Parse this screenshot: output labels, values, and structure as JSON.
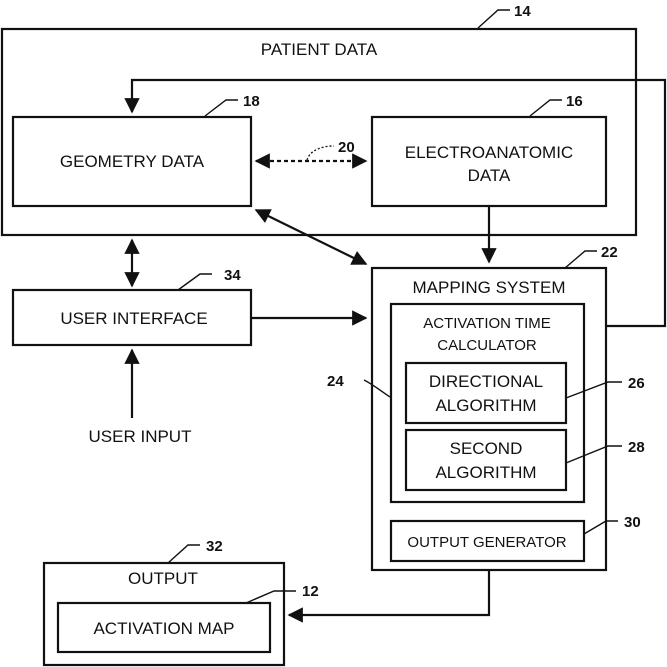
{
  "boxes": {
    "patient_data": "PATIENT DATA",
    "geometry_data": "GEOMETRY DATA",
    "electroanatomic_data_line1": "ELECTROANATOMIC",
    "electroanatomic_data_line2": "DATA",
    "mapping_system": "MAPPING SYSTEM",
    "activation_time_calculator_line1": "ACTIVATION TIME",
    "activation_time_calculator_line2": "CALCULATOR",
    "directional_algorithm_line1": "DIRECTIONAL",
    "directional_algorithm_line2": "ALGORITHM",
    "second_algorithm_line1": "SECOND",
    "second_algorithm_line2": "ALGORITHM",
    "output_generator": "OUTPUT GENERATOR",
    "user_interface": "USER INTERFACE",
    "user_input": "USER INPUT",
    "output": "OUTPUT",
    "activation_map": "ACTIVATION MAP"
  },
  "refs": {
    "patient_data": "14",
    "electroanatomic_data": "16",
    "geometry_data": "18",
    "link": "20",
    "mapping_system": "22",
    "activation_time_calculator": "24",
    "directional_algorithm": "26",
    "second_algorithm": "28",
    "output_generator": "30",
    "output": "32",
    "user_interface": "34",
    "activation_map": "12"
  }
}
